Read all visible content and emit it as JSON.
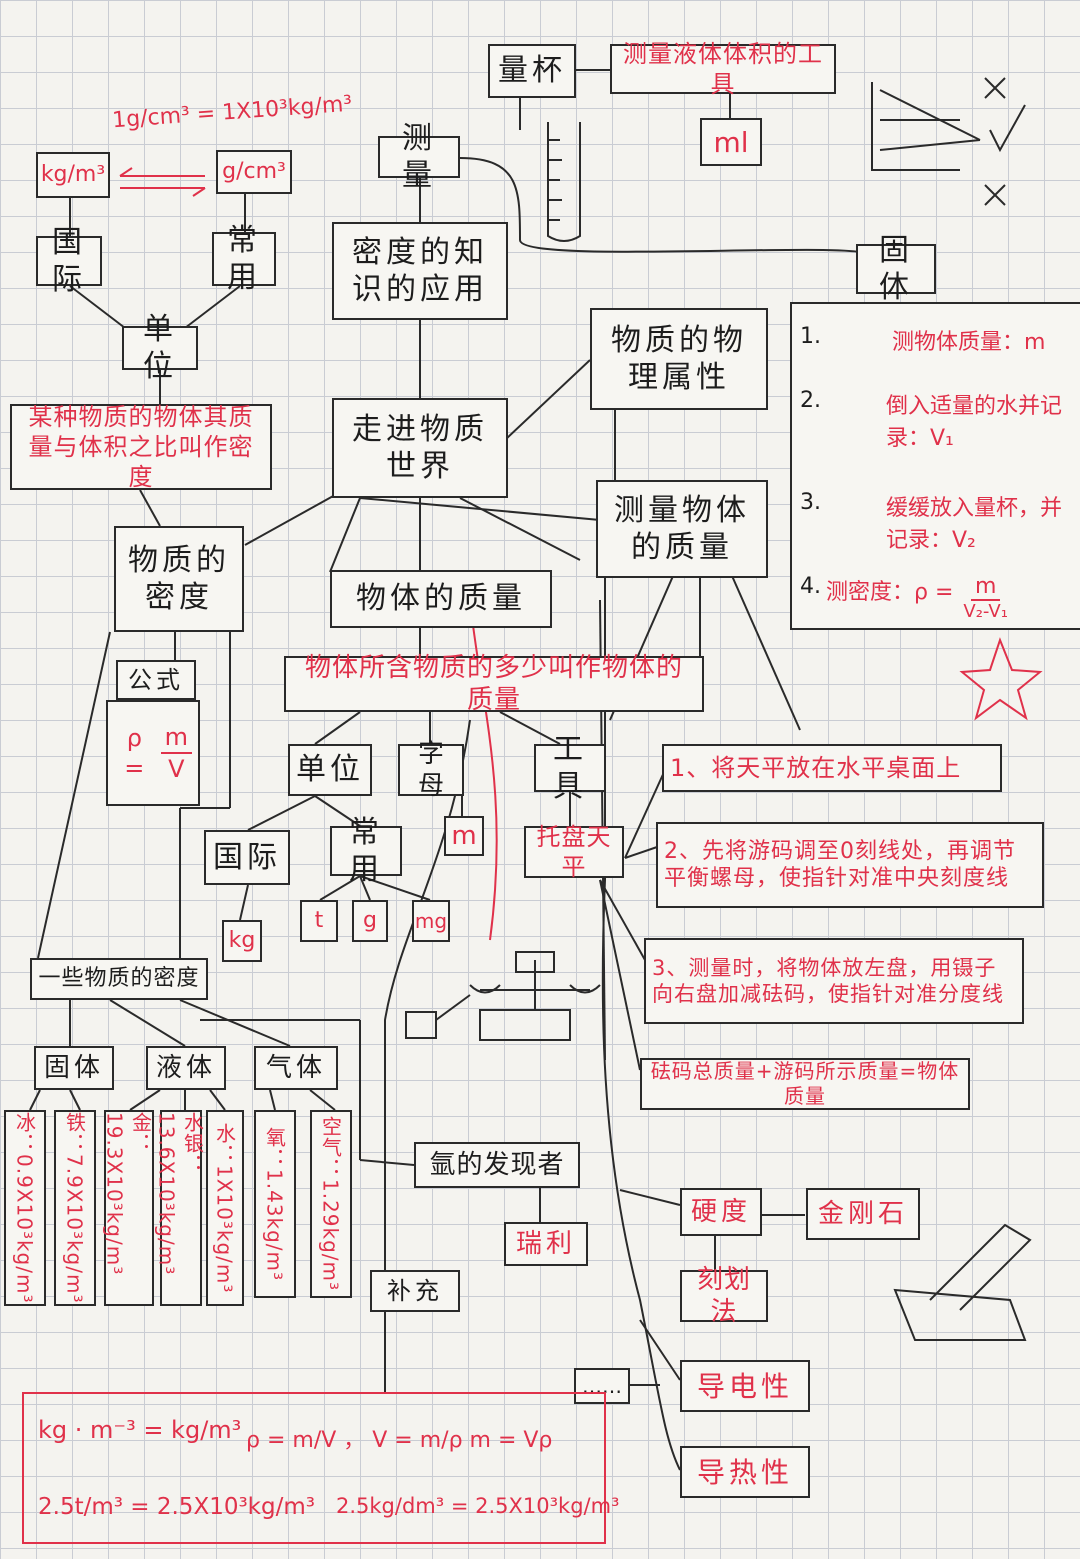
{
  "colors": {
    "ink": "#2a2a2a",
    "red": "#e0314a"
  },
  "root": "走进物质世界",
  "center": {
    "density_app": "密度的知识的应用",
    "physical_property": "物质的物理属性",
    "measure_mass": "测量物体的质量",
    "measure": "测量",
    "cylinder": "量杯",
    "cylinder_desc": "测量液体体积的工具",
    "cylinder_unit": "ml",
    "solid": "固体",
    "object_mass": "物体的质量",
    "mass_def": "物体所含物质的多少叫作物体的质量"
  },
  "density": {
    "title": "物质的密度",
    "definition": "某种物质的物体其质量与体积之比叫作密度",
    "unit": "单位",
    "intl": "国际",
    "common": "常用",
    "kgm3": "kg/m³",
    "gcm3": "g/cm³",
    "conversion": "1g/cm³ = 1X10³kg/m³",
    "formula_label": "公式",
    "formula_rho": "ρ =",
    "formula_num": "m",
    "formula_den": "V"
  },
  "mass": {
    "unit": "单位",
    "letter": "字母",
    "tool": "工具",
    "letter_value": "m",
    "intl": "国际",
    "common": "常用",
    "kg": "kg",
    "t": "t",
    "g": "g",
    "mg": "mg",
    "balance": "托盘天平",
    "balance_steps": [
      "1、将天平放在水平桌面上",
      "2、先将游码调至0刻线处，再调节平衡螺母，使指针对准中央刻度线",
      "3、测量时，将物体放左盘，用镊子向右盘加减砝码，使指针对准分度线",
      "砝码总质量+游码所示质量=物体质量"
    ]
  },
  "densities": {
    "title": "一些物质的密度",
    "solid": "固体",
    "liquid": "液体",
    "gas": "气体",
    "values": [
      "冰：0.9X10³kg/m³",
      "铁：7.9X10³kg/m³",
      "金：19.3X10³kg/m³",
      "水银：13.6X10³kg/m³",
      "水：1X10³kg/m³",
      "氧：1.43kg/m³",
      "空气：1.29kg/m³"
    ]
  },
  "argon": {
    "title": "氩的发现者",
    "name": "瑞利"
  },
  "supplement": "补充",
  "properties": {
    "hardness": "硬度",
    "diamond": "金刚石",
    "scratch": "刻划法",
    "conductivity": "导电性",
    "thermal": "导热性",
    "more": "……"
  },
  "solid_steps": [
    {
      "n": "1.",
      "t": "测物体质量：m"
    },
    {
      "n": "2.",
      "t": "倒入适量的水并记录：V₁"
    },
    {
      "n": "3.",
      "t": "缓缓放入量杯，并记录：V₂"
    },
    {
      "n": "4.",
      "t": "测密度：ρ ="
    }
  ],
  "solid_formula": {
    "num": "m",
    "den": "V₂-V₁"
  },
  "formulas": {
    "line1a": "kg · m⁻³ = kg/m³",
    "line1b": "ρ = m/V ， V = m/ρ     m = Vρ",
    "line2a": "2.5t/m³ = 2.5X10³kg/m³",
    "line2b": "2.5kg/dm³ = 2.5X10³kg/m³"
  }
}
